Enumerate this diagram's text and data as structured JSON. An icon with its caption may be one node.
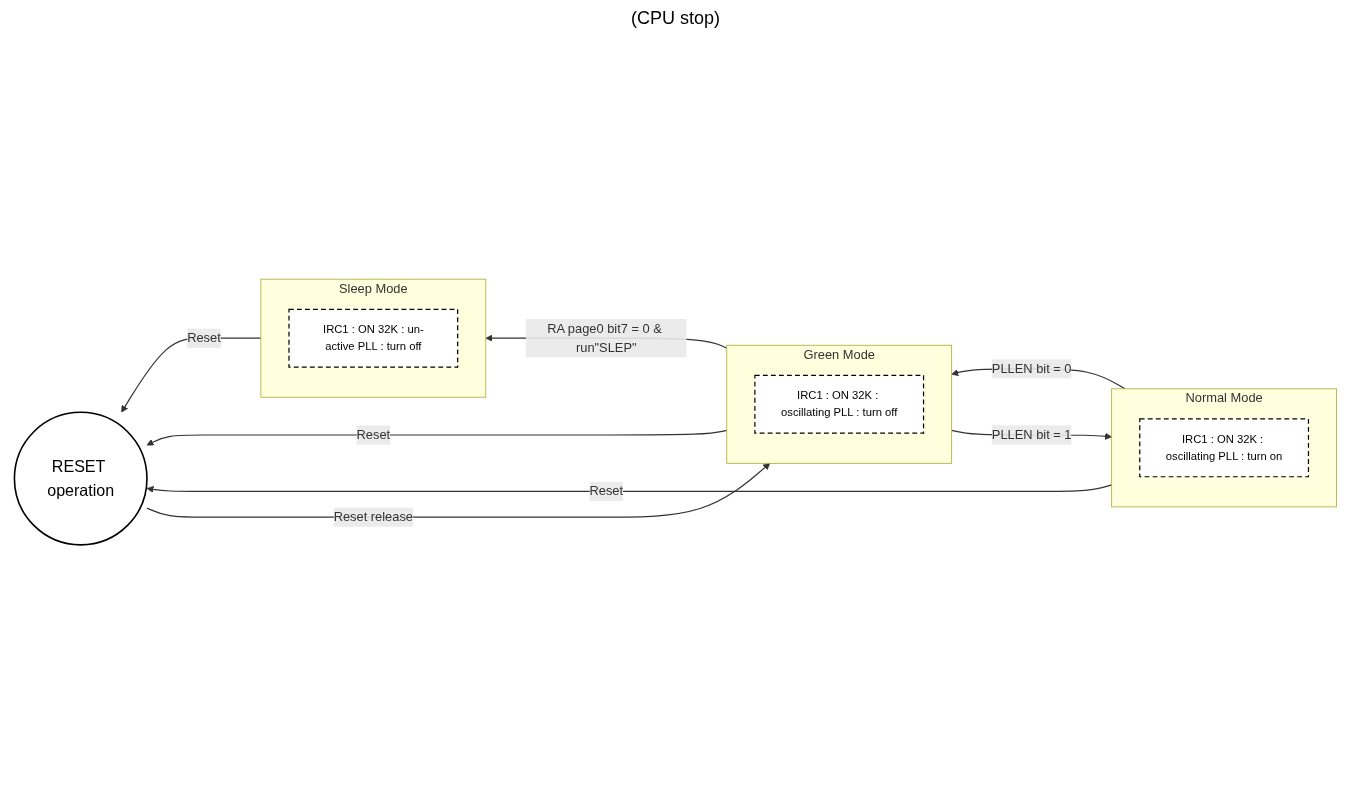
{
  "diagram": {
    "nodes": [
      {
        "text": [
          "Sleep Mode"
        ]
      },
      {
        "text": [
          "IRC1 : ON 32K : un-active PLL : turn off"
        ],
        "in": 0
      },
      {
        "text": [
          "RESET operation"
        ]
      },
      {
        "text": [
          "Green Mode"
        ]
      },
      {
        "text": [
          "IRC1 : ON 32K : oscillating PLL : turn off"
        ],
        "in": 3
      },
      {
        "text": [
          "Normal Mode"
        ]
      },
      {
        "text": [
          "IRC1 : ON 32K : oscillating PLL : turn on"
        ],
        "in": 5
      }
    ],
    "edges": [
      {
        "from": 0,
        "to": 2,
        "arrow": "to",
        "label": "Reset"
      },
      {
        "from": 3,
        "to": 0,
        "arrow": "to",
        "label": "RA page0 bit7 = 0 & run\"SLEP\""
      },
      {
        "from": 3,
        "to": 2,
        "arrow": "to",
        "label": "Reset"
      },
      {
        "from": 2,
        "to": 3,
        "arrow": "to",
        "label": "Reset release"
      },
      {
        "from": 3,
        "to": 5,
        "arrow": "to",
        "label": "PLLEN bit = 1"
      },
      {
        "from": 5,
        "to": 3,
        "arrow": "to",
        "label": "PLLEN bit = 0"
      },
      {
        "from": 5,
        "to": 2,
        "arrow": "to",
        "label": "Reset"
      }
    ],
    "labels": [
      "(CPU stop)"
    ]
  }
}
